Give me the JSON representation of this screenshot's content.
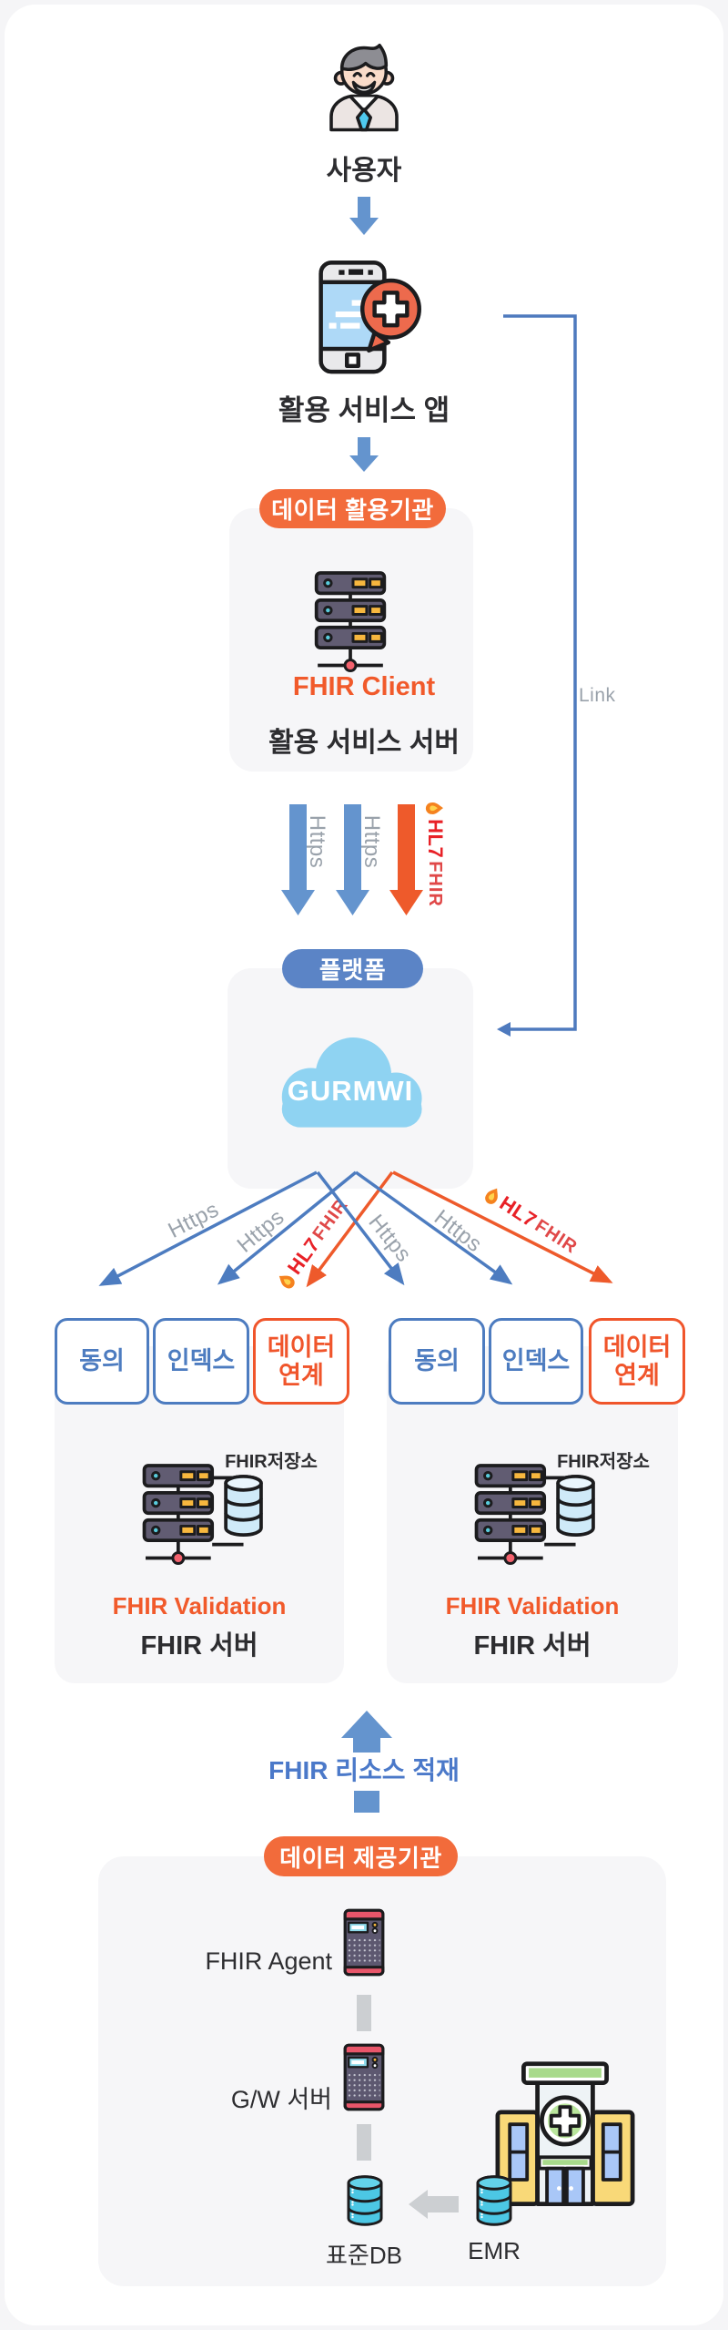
{
  "labels": {
    "user": "사용자",
    "app": "활용 서비스 앱",
    "https": "Https",
    "hl7": "HL7",
    "fhir": "FHIR",
    "link": "Link"
  },
  "usage_org": {
    "badge": "데이터 활용기관",
    "fhir_client": "FHIR Client",
    "server": "활용 서비스 서버"
  },
  "platform": {
    "badge": "플랫폼",
    "cloud": "GURMWI",
    "services": {
      "consent": "동의",
      "index": "인덱스",
      "data_link_l1": "데이터",
      "data_link_l2": "연계"
    }
  },
  "fhir_node": {
    "storage": "FHIR저장소",
    "validation": "FHIR Validation",
    "server": "FHIR 서버"
  },
  "provider": {
    "badge": "데이터 제공기관",
    "load": "FHIR 리소스 적재",
    "agent": "FHIR Agent",
    "gateway": "G/W 서버",
    "db": "표준DB",
    "emr": "EMR"
  },
  "colors": {
    "badge_orange": "#F26B3B",
    "badge_blue": "#5B84C6",
    "arrow_blue": "#6494CE",
    "arrow_orange": "#EE5A2B",
    "link_line_blue": "#4E7ABE",
    "box_blue": "#4D7CC0",
    "box_orange": "#F0552B",
    "text_orange": "#F15A2B",
    "text_blue": "#4B79C9",
    "label_gray": "#9AA2AB",
    "cloud_blue": "#8FD3F2",
    "panel_gray": "#F6F6F8",
    "hl7_red": "#E82127"
  }
}
